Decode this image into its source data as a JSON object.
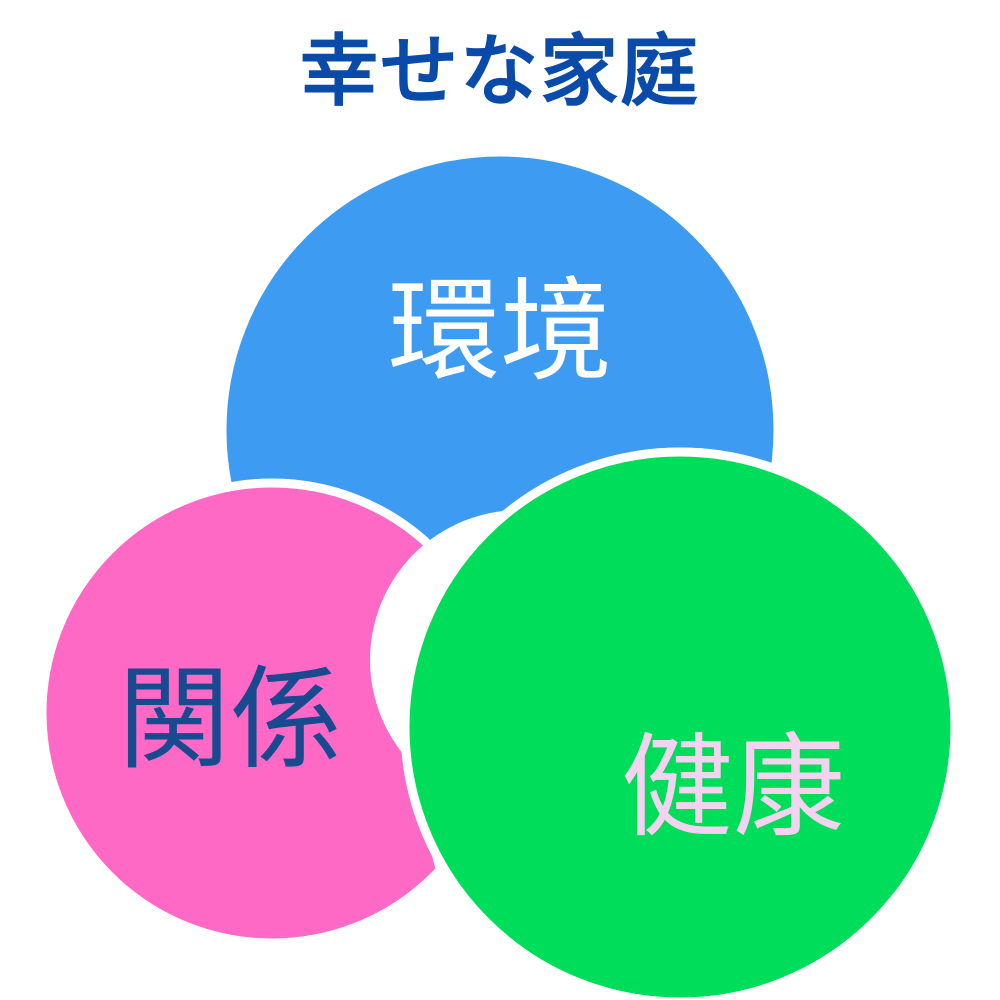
{
  "title": "幸せな家庭",
  "colors": {
    "title": "#0a4aa8",
    "background": "#ffffff",
    "separator": "#ffffff"
  },
  "circles": [
    {
      "label": "環境",
      "fill": "#3d9bf2",
      "text_color": "#ffffff"
    },
    {
      "label": "関係",
      "fill": "#ff69c6",
      "text_color": "#174a8f"
    },
    {
      "label": "健康",
      "fill": "#00dd5a",
      "text_color": "#f3d3ef"
    }
  ]
}
